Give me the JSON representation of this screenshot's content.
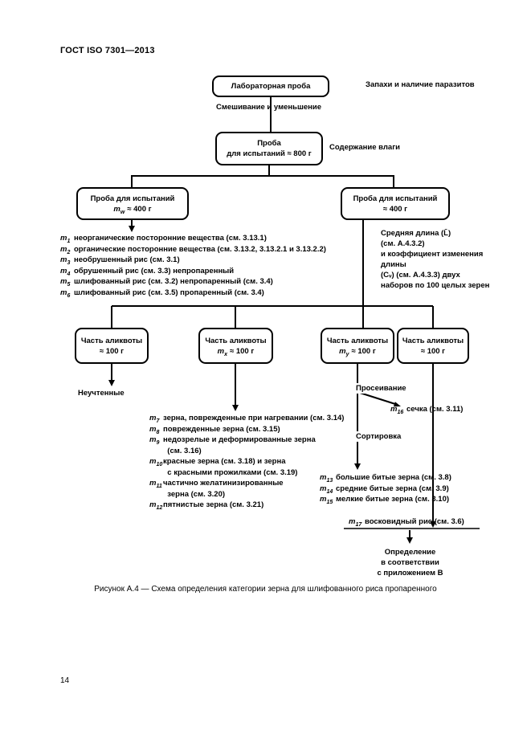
{
  "page": {
    "header": "ГОСТ ISO 7301—2013",
    "page_number": "14",
    "caption": "Рисунок А.4 — Схема определения категории зерна для шлифованного риса пропаренного"
  },
  "colors": {
    "ink": "#000000",
    "paper": "#ffffff"
  },
  "flowchart": {
    "box_laboratory": "Лабораторная проба",
    "label_odors": "Запахи и наличие паразитов",
    "label_mixing": "Смешивание и уменьшение",
    "box_test_800": {
      "line1": "Проба",
      "line2": "для испытаний ≈ 800 г"
    },
    "label_moisture": "Содержание влаги",
    "box_test_400_left": {
      "line1": "Проба для испытаний",
      "sub": "w",
      "rest": "≈ 400 г"
    },
    "box_test_400_right": {
      "line1": "Проба для испытаний",
      "line2": "≈ 400 г"
    },
    "label_mean_length": "Средняя длина (L̄)\n(см. А.4.3.2)\nи коэффициент изменения\nдлины\n(Сᵥ) (см. А.4.3.3) двух\nнаборов по 100 целых зерен",
    "list_left": [
      {
        "sub": "1",
        "text": "неорганические посторонние вещества (см. 3.13.1)"
      },
      {
        "sub": "2",
        "text": "органические посторонние вещества (см. 3.13.2, 3.13.2.1 и 3.13.2.2)"
      },
      {
        "sub": "3",
        "text": "необрушенный рис (см. 3.1)"
      },
      {
        "sub": "4",
        "text": "обрушенный рис (см. 3.3) непропаренный"
      },
      {
        "sub": "5",
        "text": "шлифованный рис (см. 3.2) непропаренный (см. 3.4)"
      },
      {
        "sub": "6",
        "text": "шлифованный рис (см. 3.5) пропаренный (см. 3.4)"
      }
    ],
    "aliquot_boxes": [
      {
        "line1": "Часть аликвоты",
        "line2": "≈ 100 г"
      },
      {
        "line1": "Часть аликвоты",
        "sub": "x",
        "rest": "≈ 100 г"
      },
      {
        "line1": "Часть аликвоты",
        "sub": "y",
        "rest": "≈ 100 г"
      },
      {
        "line1": "Часть аликвоты",
        "line2": "≈ 100 г"
      }
    ],
    "label_unaccounted": "Неучтенные",
    "list_mid": [
      {
        "sub": "7",
        "text": "зерна, поврежденные при нагревании (см. 3.14)"
      },
      {
        "sub": "8",
        "text": "поврежденные зерна (см. 3.15)"
      },
      {
        "sub": "9",
        "text": "недозрелые и деформированные зерна\n  (см. 3.16)"
      },
      {
        "sub": "10",
        "text": "красные зерна (см. 3.18) и зерна\n  с красными прожилками (см. 3.19)"
      },
      {
        "sub": "11",
        "text": "частично желатинизированные\n  зерна (см. 3.20)"
      },
      {
        "sub": "12",
        "text": "пятнистые зерна (см. 3.21)"
      }
    ],
    "label_sieving": "Просеивание",
    "m16": {
      "sub": "16",
      "text": "сечка (см. 3.11)"
    },
    "label_sorting": "Сортировка",
    "list_right": [
      {
        "sub": "13",
        "text": "большие битые зерна (см. 3.8)"
      },
      {
        "sub": "14",
        "text": "средние битые зерна (см. 3.9)"
      },
      {
        "sub": "15",
        "text": "мелкие битые зерна (см. 3.10)"
      }
    ],
    "m17": {
      "sub": "17",
      "text": "восковидный рис (см. 3.6)"
    },
    "label_determination": "Определение\nв соответствии\nс приложением В"
  }
}
